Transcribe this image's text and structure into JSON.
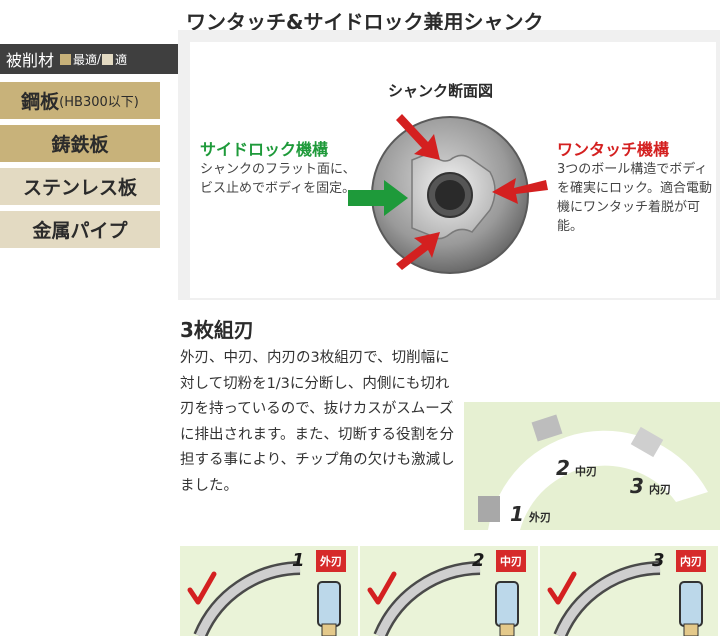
{
  "materials": {
    "header": "被削材",
    "legend_best": "最適",
    "legend_sep": "/",
    "legend_ok": "適",
    "best_color": "#c8b27a",
    "ok_color": "#e3dac2",
    "items": [
      {
        "label": "鋼板",
        "sub": "(HB300以下)",
        "color": "#c8b27a"
      },
      {
        "label": "鋳鉄板",
        "sub": "",
        "color": "#c8b27a"
      },
      {
        "label": "ステンレス板",
        "sub": "",
        "color": "#e3dac2"
      },
      {
        "label": "金属パイプ",
        "sub": "",
        "color": "#e3dac2"
      }
    ]
  },
  "shank": {
    "title": "ワンタッチ&サイドロック兼用シャンク",
    "diagram_title": "シャンク断面図",
    "side_lock_title": "サイドロック機構",
    "side_lock_desc": "シャンクのフラット面に、ビス止めでボディを固定。",
    "one_touch_title": "ワンタッチ機構",
    "one_touch_desc": "3つのボール構造でボディを確実にロック。適合電動機にワンタッチ着脱が可能。",
    "green": "#1e9a3a",
    "red": "#d42020"
  },
  "blades": {
    "title": "3枚組刃",
    "desc": "外刃、中刃、内刃の3枚組刃で、切削幅に対して切粉を1/3に分断し、内側にも切れ刃を持っているので、抜けカスがスムーズに排出されます。また、切断する役割を分担する事により、チップ角の欠けも激減しました。",
    "labels": [
      {
        "num": "1",
        "name": "外刃"
      },
      {
        "num": "2",
        "name": "中刃"
      },
      {
        "num": "3",
        "name": "内刃"
      }
    ]
  },
  "steps": [
    {
      "num": "1",
      "tag": "外刃"
    },
    {
      "num": "2",
      "tag": "中刃"
    },
    {
      "num": "3",
      "tag": "内刃"
    }
  ]
}
